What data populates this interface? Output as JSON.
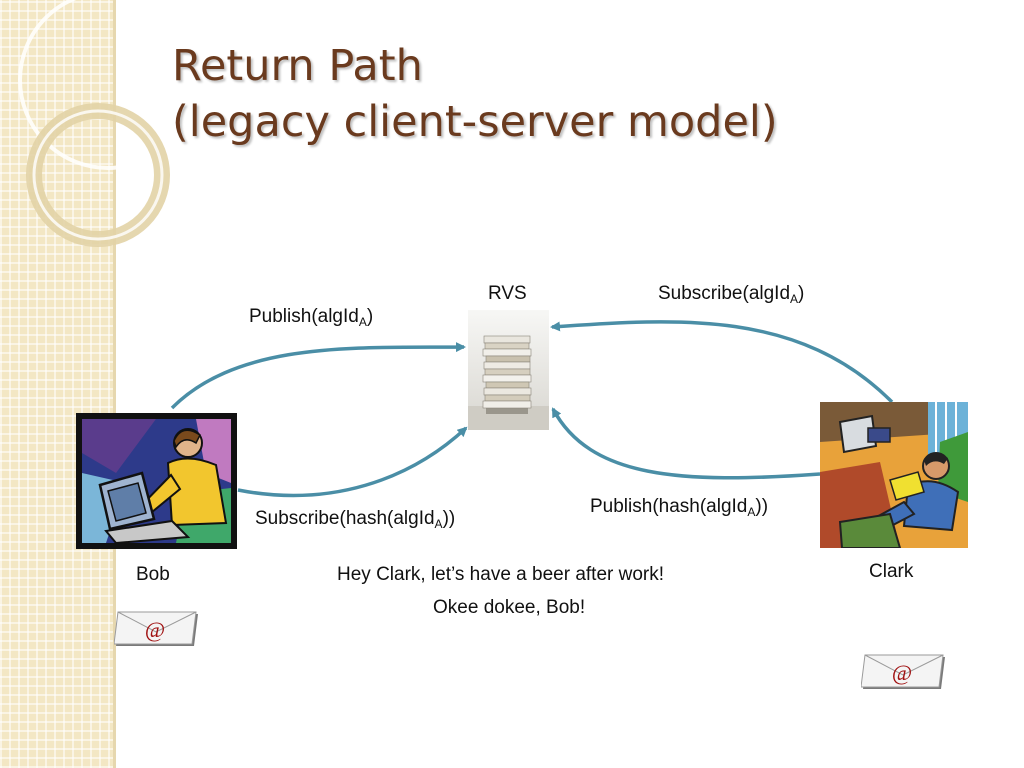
{
  "slide": {
    "title_line1": "Return Path",
    "title_line2": "(legacy client-server model)"
  },
  "diagram": {
    "server_label": "RVS",
    "arrows": {
      "bob_publish": {
        "text": "Publish(algId",
        "sub": "A",
        "tail": ")"
      },
      "clark_subscribe": {
        "text": "Subscribe(algId",
        "sub": "A",
        "tail": ")"
      },
      "bob_subscribe": {
        "text": "Subscribe(hash(algId",
        "sub": "A",
        "tail": "))"
      },
      "clark_publish": {
        "text": "Publish(hash(algId",
        "sub": "A",
        "tail": "))"
      }
    },
    "people": {
      "left": "Bob",
      "right": "Clark"
    },
    "messages": {
      "line1": "Hey Clark, let’s have a beer after work!",
      "line2": "Okee dokee, Bob!"
    },
    "envelope_symbol": "@",
    "colors": {
      "title": "#6a3a1e",
      "arrow": "#4a8ea6",
      "sidebar": "#f3e7c4"
    }
  }
}
